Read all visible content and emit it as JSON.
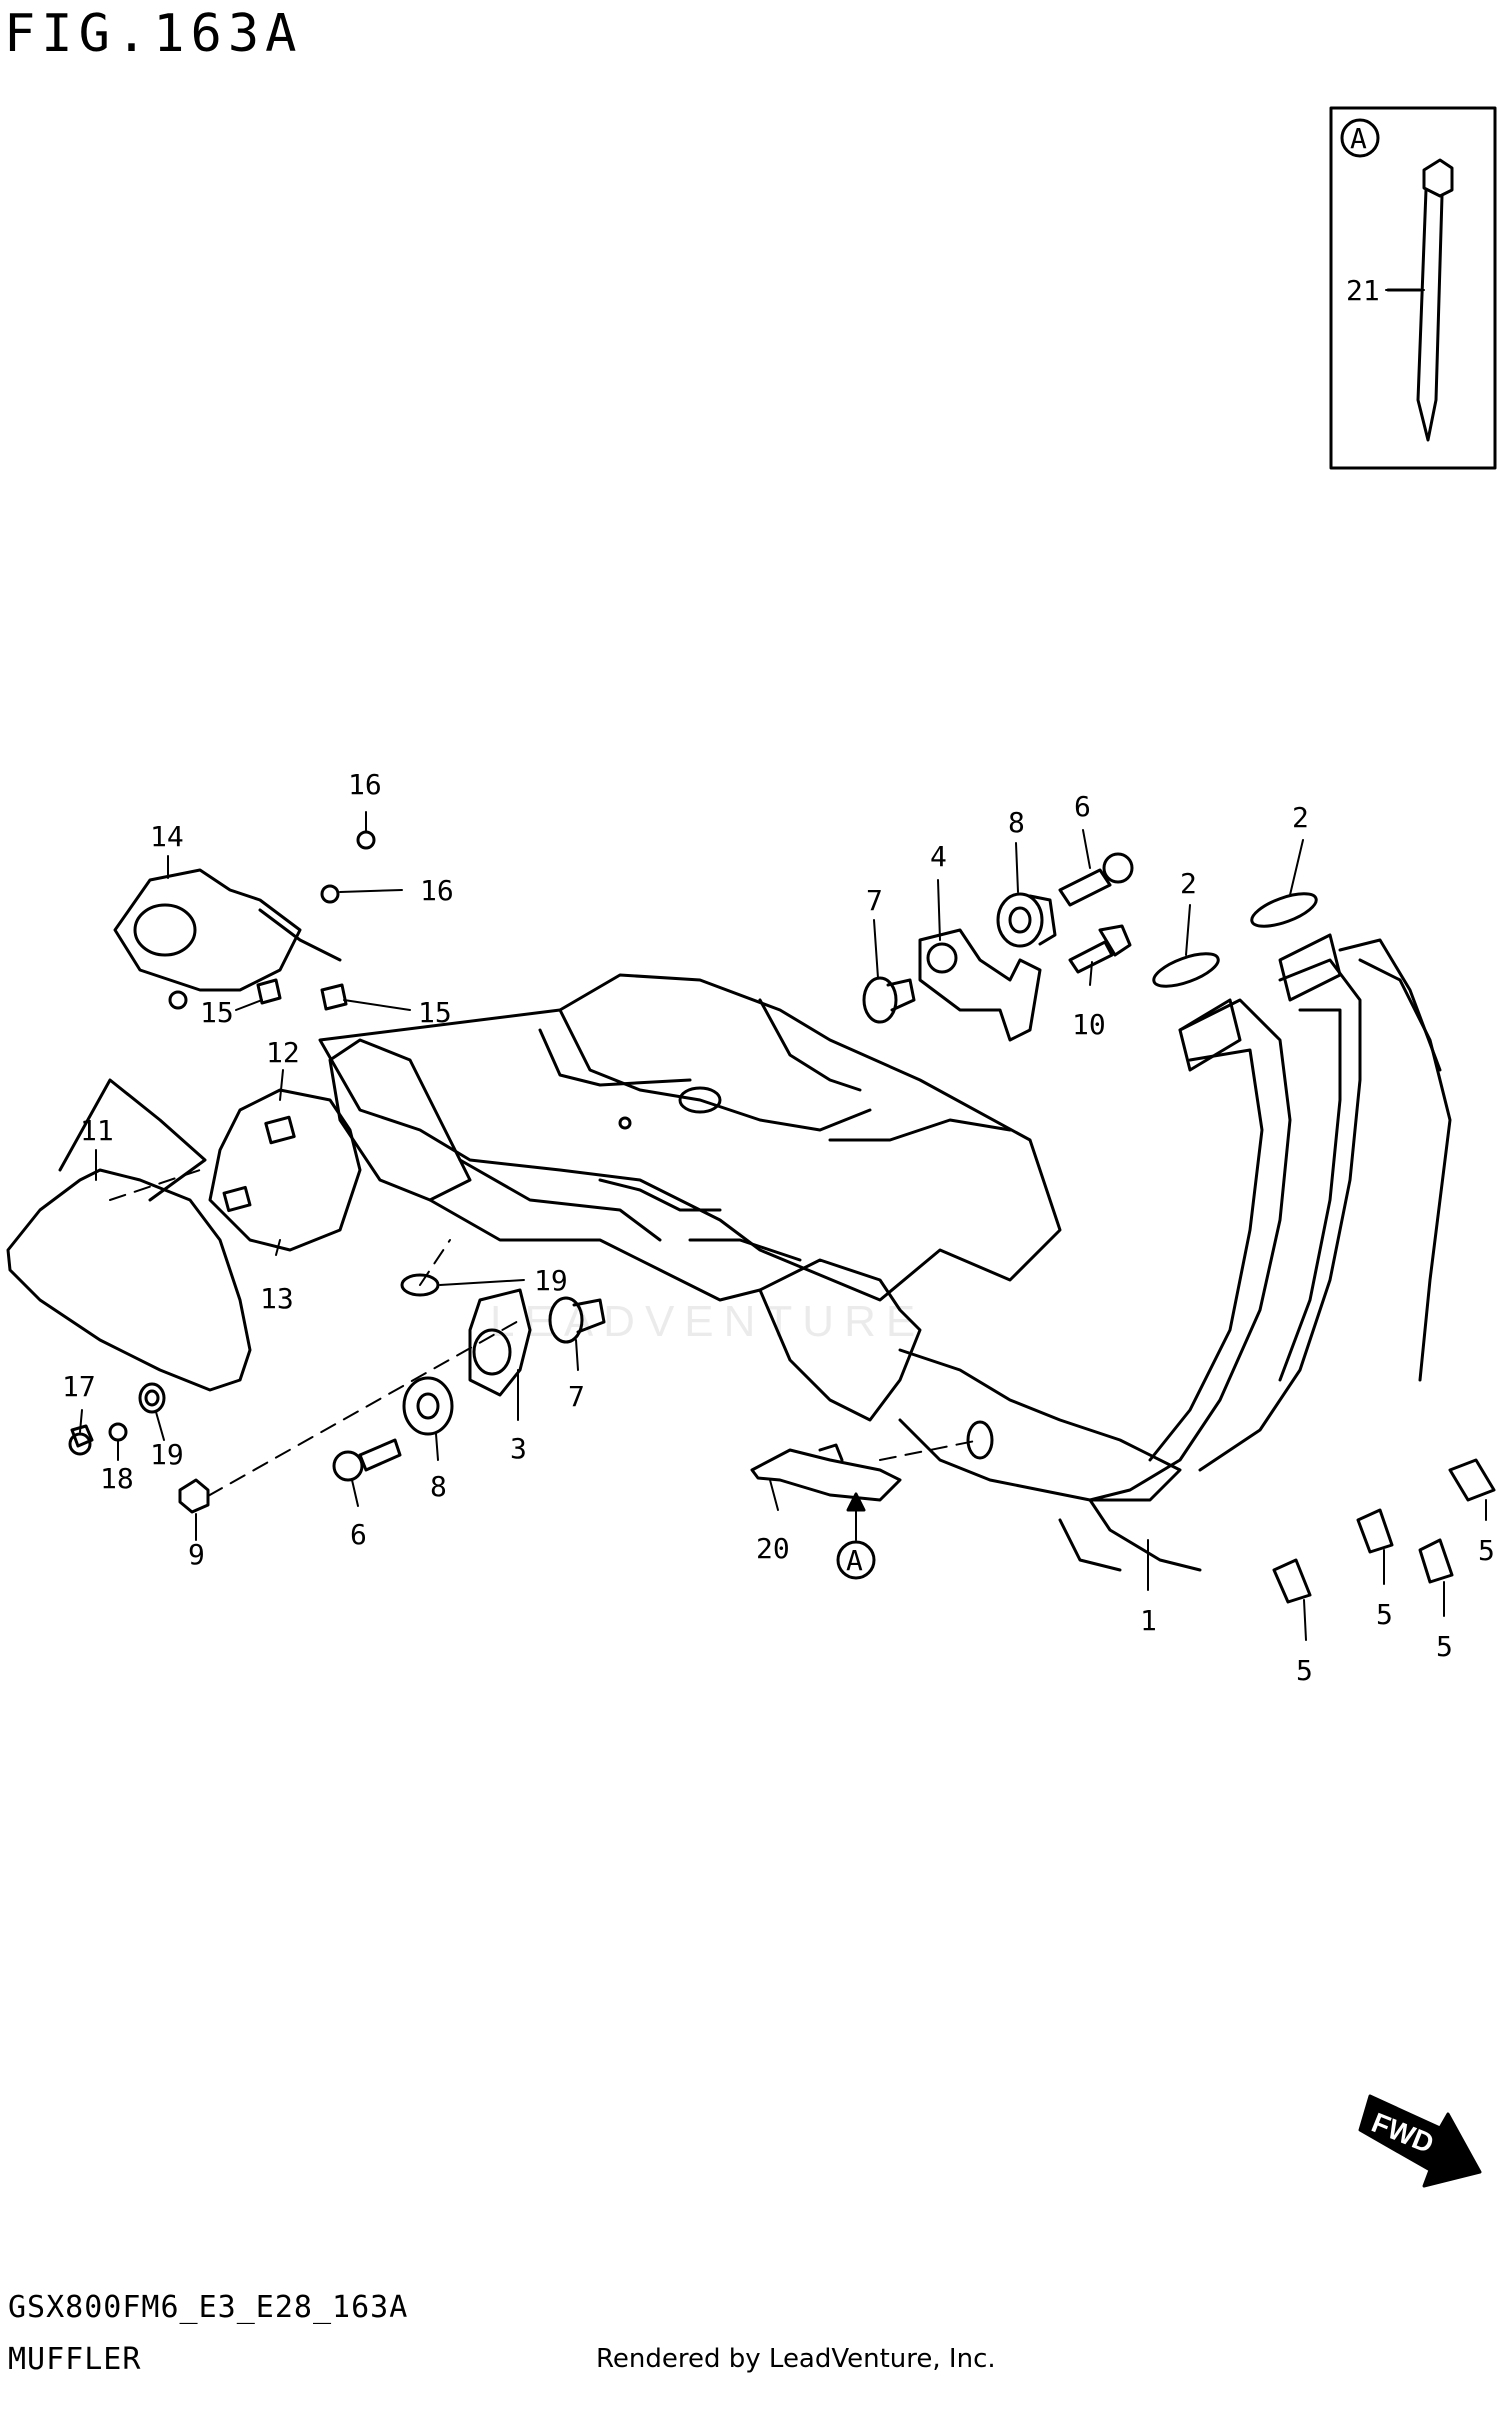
{
  "header": {
    "figure_title": "FIG.163A"
  },
  "inset": {
    "badge": "A",
    "part_label": "21"
  },
  "callouts": {
    "c1": "1",
    "c2a": "2",
    "c2b": "2",
    "c3": "3",
    "c4": "4",
    "c5a": "5",
    "c5b": "5",
    "c5c": "5",
    "c5d": "5",
    "c6a": "6",
    "c6b": "6",
    "c7a": "7",
    "c7b": "7",
    "c8a": "8",
    "c8b": "8",
    "c9": "9",
    "c10": "10",
    "c11": "11",
    "c12": "12",
    "c13": "13",
    "c14": "14",
    "c15a": "15",
    "c15b": "15",
    "c16a": "16",
    "c16b": "16",
    "c17": "17",
    "c18": "18",
    "c19a": "19",
    "c19b": "19",
    "c20": "20",
    "ref_a": "A"
  },
  "fwd_label": "FWD",
  "watermark": "LEADVENTURE",
  "footer": {
    "model_code": "GSX800FM6_E3_E28_163A",
    "section_name": "MUFFLER",
    "rendered_by": "Rendered by LeadVenture, Inc."
  }
}
